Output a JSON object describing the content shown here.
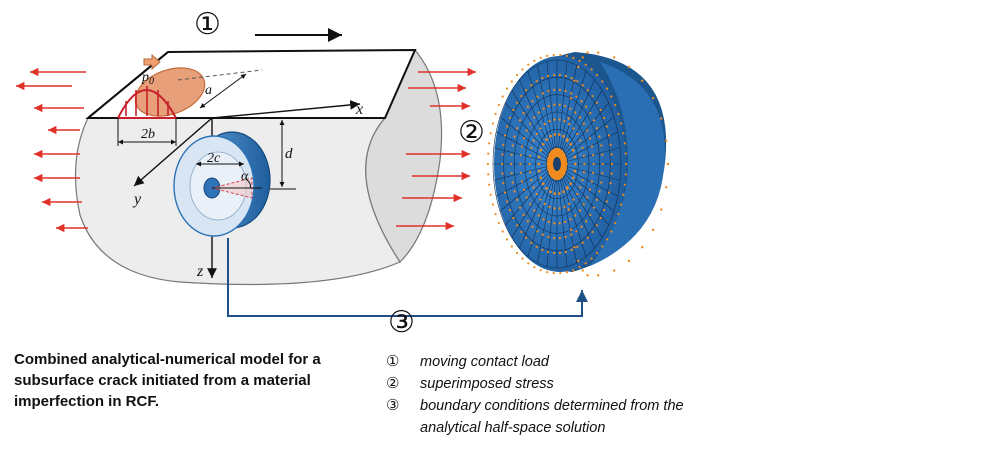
{
  "diagram": {
    "markers": {
      "m1": "①",
      "m2": "②",
      "m3": "③"
    },
    "symbols": {
      "p0": "p",
      "p0_sub": "0",
      "a": "a",
      "two_b": "2b",
      "two_c": "2c",
      "alpha": "α",
      "d": "d",
      "x": "x",
      "y": "y",
      "z": "z"
    },
    "colors": {
      "arrow_red": "#e0302a",
      "solid_fill": "#ededed",
      "crack_blue": "#2e72b8",
      "mesh_orange": "#f08b1e",
      "path_blue": "#1f4f87",
      "contact_fill": "#e8a07a"
    }
  },
  "caption": "Combined analytical-numerical model for a subsurface crack initiated from a material imperfection in RCF.",
  "legend": [
    {
      "marker": "①",
      "text": "moving contact load"
    },
    {
      "marker": "②",
      "text": "superimposed stress"
    },
    {
      "marker": "③",
      "text": "boundary conditions determined from the analytical half-space solution"
    }
  ]
}
